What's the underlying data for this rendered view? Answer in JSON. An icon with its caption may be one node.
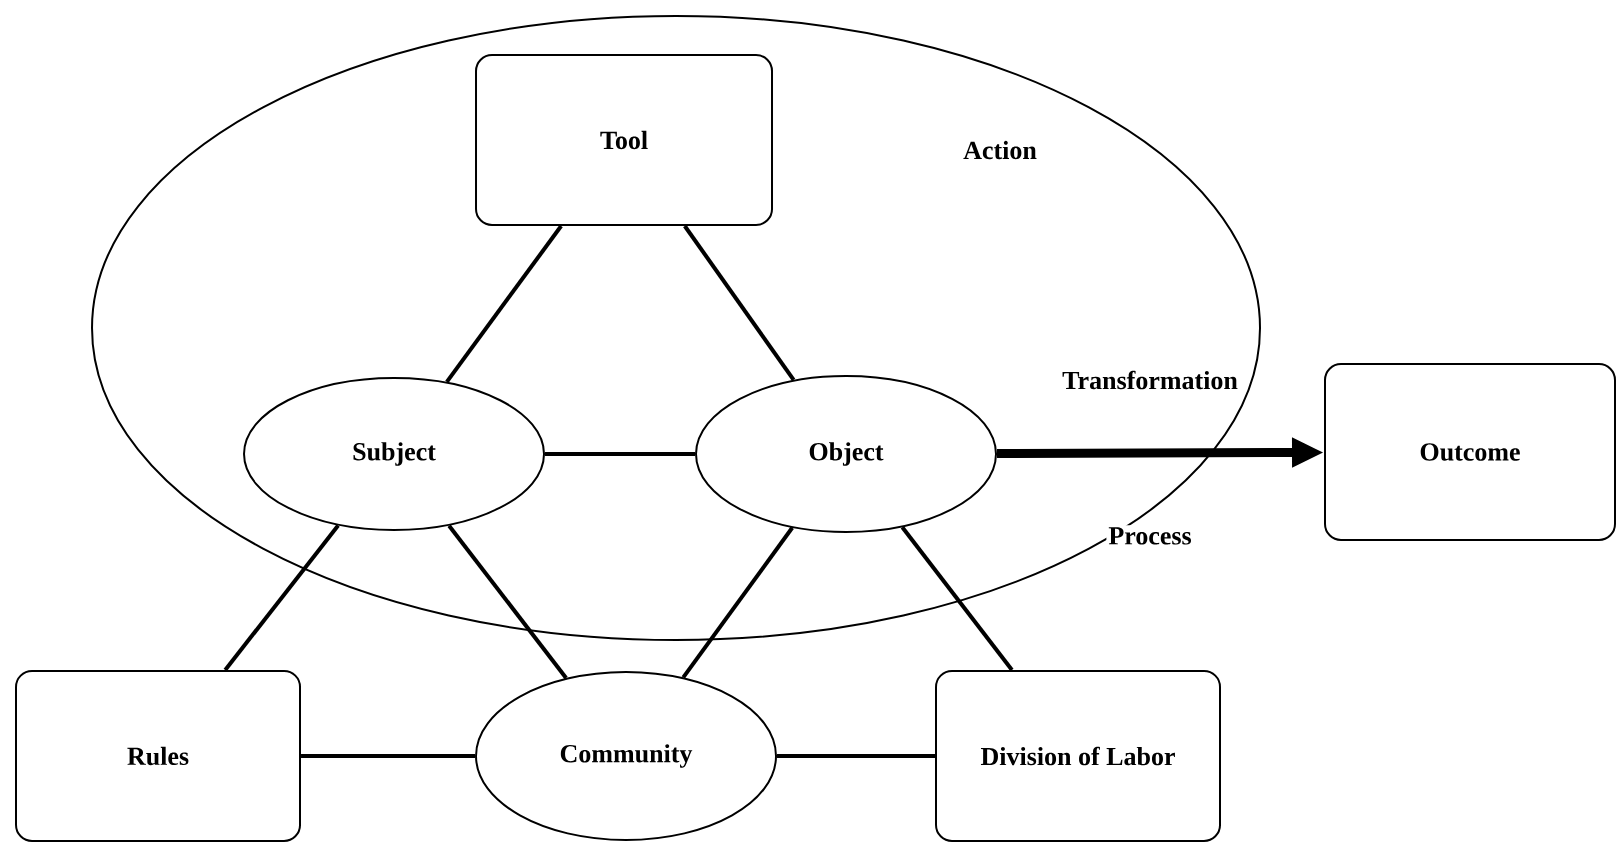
{
  "diagram": {
    "nodes": [
      {
        "text": [
          "Action"
        ]
      },
      {
        "text": [
          "Tool"
        ],
        "in": 0
      },
      {
        "text": [
          "Subject"
        ],
        "in": 0
      },
      {
        "text": [
          "Object"
        ],
        "in": 0
      },
      {
        "text": [
          "Outcome"
        ]
      },
      {
        "text": [
          "Rules"
        ]
      },
      {
        "text": [
          "Community"
        ]
      },
      {
        "text": [
          "Division of Labor"
        ]
      }
    ],
    "edges": [
      {
        "from": 1,
        "to": 2,
        "arrow": "none"
      },
      {
        "from": 1,
        "to": 3,
        "arrow": "none"
      },
      {
        "from": 2,
        "to": 3,
        "arrow": "none"
      },
      {
        "from": 2,
        "to": 5,
        "arrow": "none"
      },
      {
        "from": 2,
        "to": 6,
        "arrow": "none"
      },
      {
        "from": 3,
        "to": 6,
        "arrow": "none"
      },
      {
        "from": 3,
        "to": 7,
        "arrow": "none"
      },
      {
        "from": 5,
        "to": 6,
        "arrow": "none"
      },
      {
        "from": 6,
        "to": 7,
        "arrow": "none"
      },
      {
        "from": 3,
        "to": 4,
        "arrow": "to",
        "style": "thick"
      }
    ],
    "labels": [
      "Transformation",
      "Process"
    ]
  }
}
